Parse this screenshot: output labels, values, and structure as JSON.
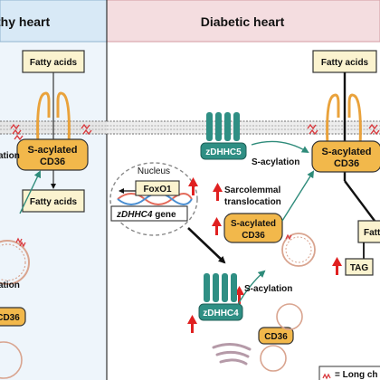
{
  "panels": {
    "left_header": "thy heart",
    "right_header": "Diabetic heart"
  },
  "left": {
    "fatty_acids_top": "Fatty acids",
    "s_acylated_cd36_line1": "S-acylated",
    "s_acylated_cd36_line2": "CD36",
    "fatty_acids_bottom": "Fatty acids",
    "partial_text_1": "ation",
    "partial_text_2": "ation",
    "partial_cd36": "CD36"
  },
  "right": {
    "fatty_acids_top": "Fatty acids",
    "s_acylated_cd36_line1": "S-acylated",
    "s_acylated_cd36_line2": "CD36",
    "zdhhc5": "zDHHC5",
    "s_acylation_top": "S-acylation",
    "nucleus": "Nucleus",
    "foxo1": "FoxO1",
    "zdhhc4_gene_italic": "zDHHC4",
    "zdhhc4_gene_suffix": " gene",
    "sarco_line1": "Sarcolemmal",
    "sarco_line2": "translocation",
    "mid_cd36_line1": "S-acylated",
    "mid_cd36_line2": "CD36",
    "zdhhc4": "zDHHC4",
    "s_acylation_bottom": "S-acylation",
    "cd36_small": "CD36",
    "fatty_partial": "Fatt",
    "tag": "TAG",
    "legend_text": "= Long ch"
  },
  "colors": {
    "left_header_bg": "#d8e9f6",
    "right_header_bg": "#f4dde0",
    "left_panel_bg": "#eef5fb",
    "box_yellow": "#fbf3cf",
    "cd36_orange": "#f2b84b",
    "zdhhc_teal": "#2f8f84",
    "arrow_red": "#e02020",
    "arrow_teal": "#2e8b7a",
    "membrane_gray": "#9a9a9a"
  }
}
